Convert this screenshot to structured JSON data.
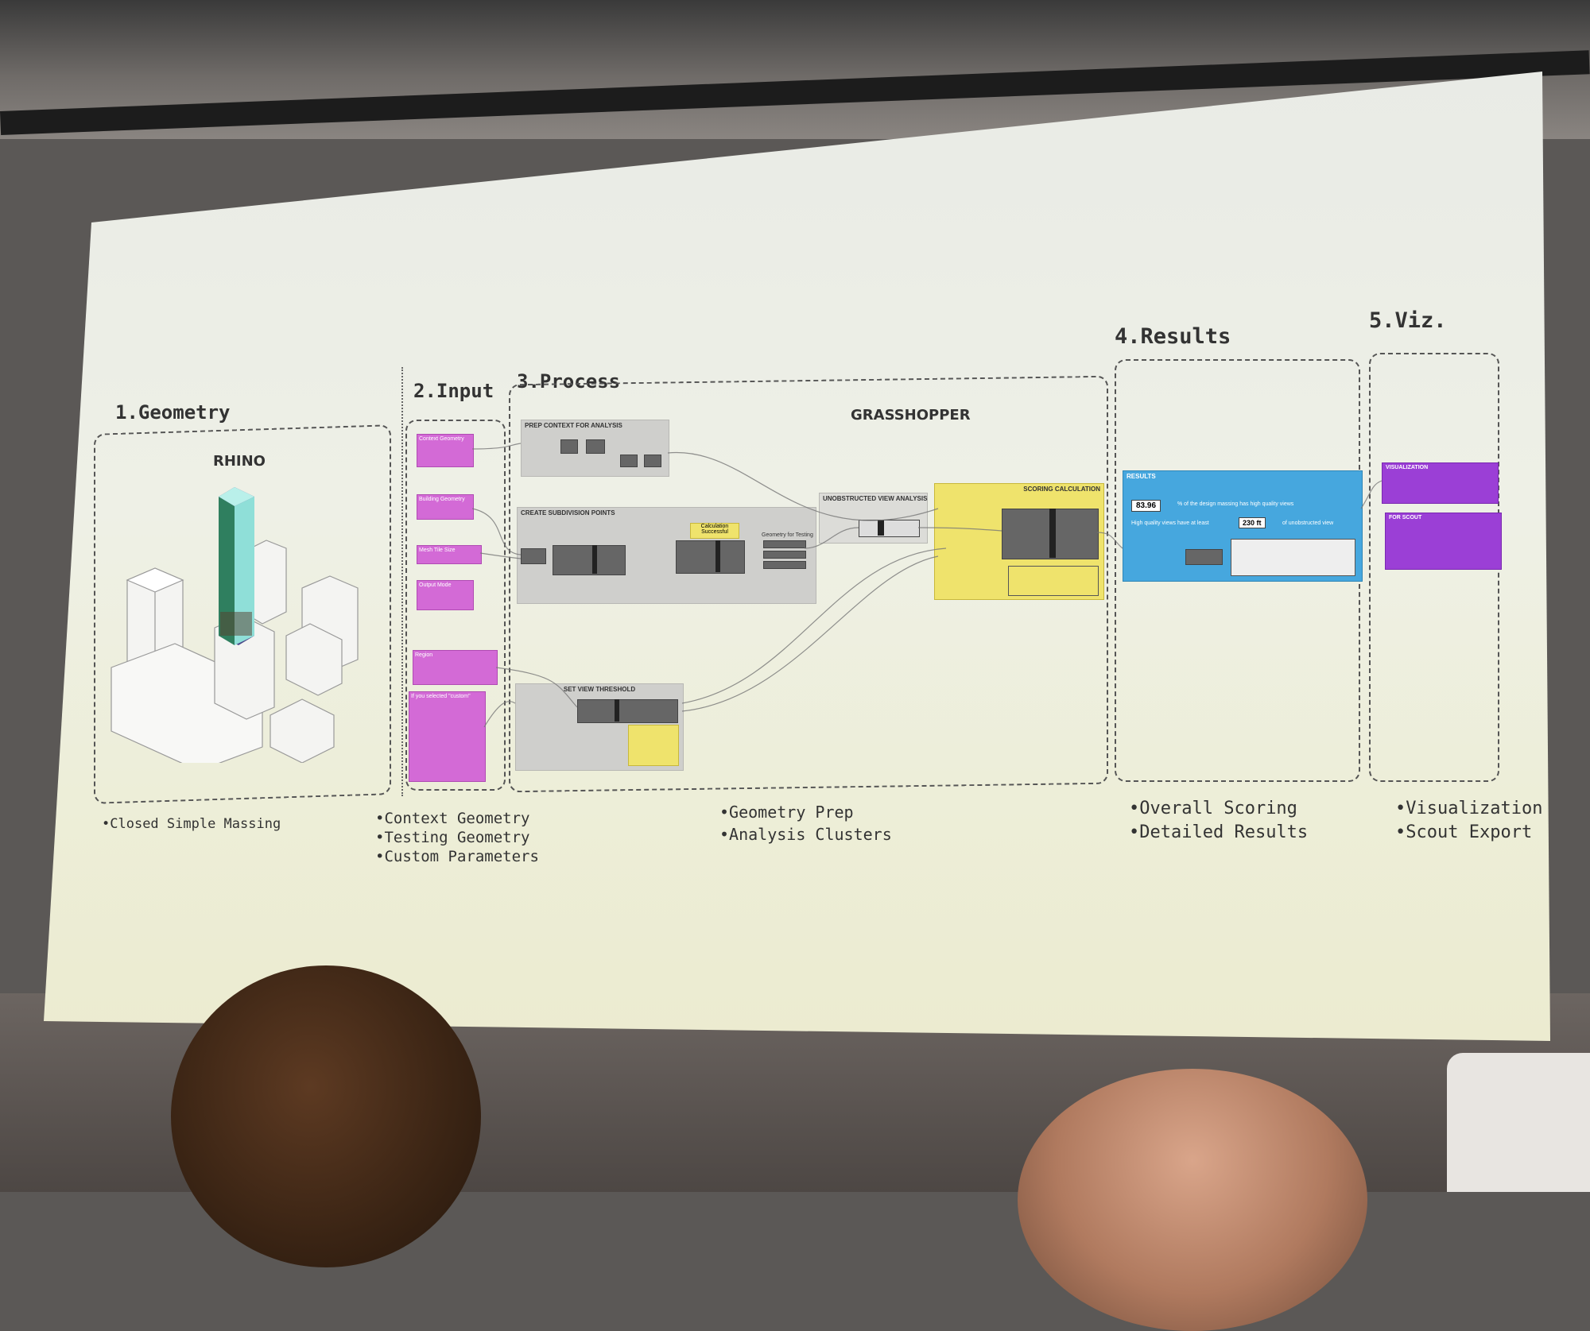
{
  "sections": {
    "geometry": "1.Geometry",
    "input": "2.Input",
    "process": "3.Process",
    "results": "4.Results",
    "viz": "5.Viz."
  },
  "labels": {
    "rhino": "RHINO",
    "grasshopper": "GRASSHOPPER"
  },
  "bullets": {
    "geometry": [
      "Closed Simple Massing"
    ],
    "input": [
      "Context Geometry",
      "Testing Geometry",
      "Custom Parameters"
    ],
    "process": [
      "Geometry Prep",
      "Analysis Clusters"
    ],
    "results": [
      "Overall Scoring",
      "Detailed Results"
    ],
    "viz": [
      "Visualization",
      "Scout Export"
    ]
  },
  "graph": {
    "prep_context": "PREP CONTEXT FOR ANALYSIS",
    "subdivision": "CREATE SUBDIVISION POINTS",
    "view_threshold": "SET VIEW THRESHOLD",
    "unobstructed": "UNOBSTRUCTED VIEW ANALYSIS",
    "scoring": "SCORING CALCULATION",
    "results_header": "RESULTS",
    "results_value": "83.96",
    "results_text": "% of the design massing has high quality views",
    "results_line2": "High quality views have at least",
    "results_distance": "230 ft",
    "results_line2_end": "of unobstructed view",
    "calc_note": "Calculation Successful",
    "geom_testing": "Geometry for Testing",
    "visualization": "VISUALIZATION",
    "scout_export": "FOR SCOUT",
    "inputs": [
      "Context Geometry",
      "Building Geometry",
      "Mesh Tile Size",
      "Output Mode",
      "Region",
      "If you selected \"custom\""
    ]
  },
  "colors": {
    "input_pink": "#d36ad6",
    "scoring_yellow": "#efe36c",
    "results_blue": "#46a7de",
    "viz_purple": "#9b3fd6",
    "tower_teal": "#7fd6c9"
  }
}
